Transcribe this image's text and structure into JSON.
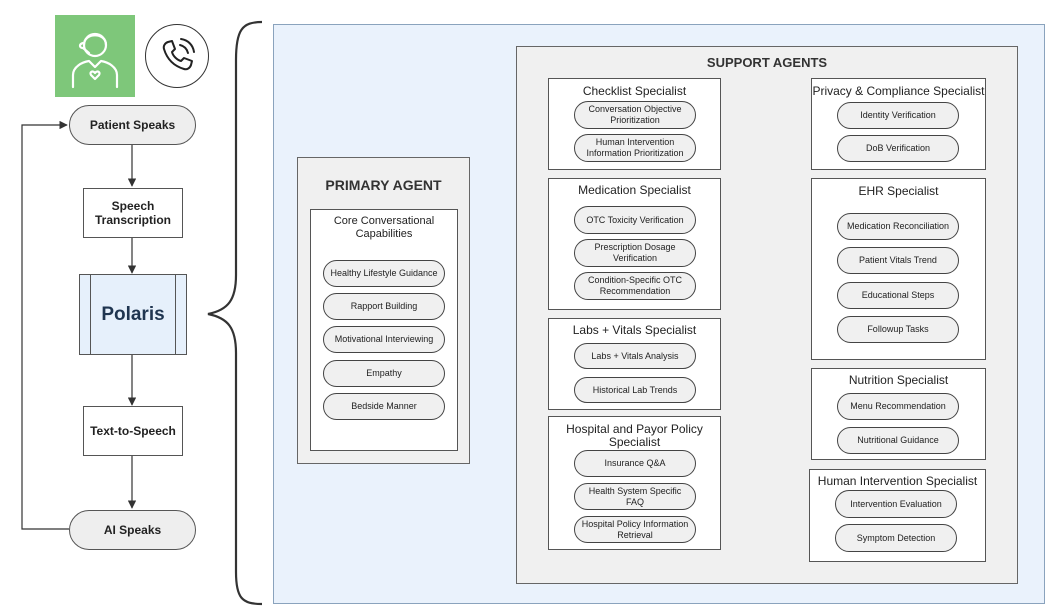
{
  "flow": {
    "patient_speaks": "Patient Speaks",
    "speech_transcription": "Speech Transcription",
    "polaris": "Polaris",
    "text_to_speech": "Text-to-Speech",
    "ai_speaks": "AI Speaks"
  },
  "icons": {
    "nurse": "nurse-avatar-icon",
    "phone": "phone-call-icon"
  },
  "colors": {
    "nurse_bg": "#7ec77a",
    "panel_bg": "#eaf2fc",
    "polaris_bg": "#e6f0fb"
  },
  "primary_agent": {
    "title": "PRIMARY AGENT",
    "core_title": "Core Conversational Capabilities",
    "capabilities": [
      "Healthy Lifestyle Guidance",
      "Rapport Building",
      "Motivational Interviewing",
      "Empathy",
      "Bedside Manner"
    ]
  },
  "support_agents": {
    "title": "SUPPORT AGENTS",
    "checklist": {
      "title": "Checklist Specialist",
      "items": [
        "Conversation Objective Prioritization",
        "Human Intervention Information Prioritization"
      ]
    },
    "medication": {
      "title": "Medication Specialist",
      "items": [
        "OTC Toxicity Verification",
        "Prescription Dosage Verification",
        "Condition-Specific OTC Recommendation"
      ]
    },
    "labs": {
      "title": "Labs + Vitals Specialist",
      "items": [
        "Labs + Vitals Analysis",
        "Historical Lab Trends"
      ]
    },
    "hospital": {
      "title": "Hospital and Payor Policy Specialist",
      "items": [
        "Insurance Q&A",
        "Health System Specific FAQ",
        "Hospital Policy Information Retrieval"
      ]
    },
    "privacy": {
      "title": "Privacy & Compliance Specialist",
      "items": [
        "Identity Verification",
        "DoB Verification"
      ]
    },
    "ehr": {
      "title": "EHR Specialist",
      "items": [
        "Medication Reconciliation",
        "Patient Vitals Trend",
        "Educational Steps",
        "Followup Tasks"
      ]
    },
    "nutrition": {
      "title": "Nutrition Specialist",
      "items": [
        "Menu Recommendation",
        "Nutritional Guidance"
      ]
    },
    "human": {
      "title": "Human Intervention Specialist",
      "items": [
        "Intervention Evaluation",
        "Symptom Detection"
      ]
    }
  }
}
